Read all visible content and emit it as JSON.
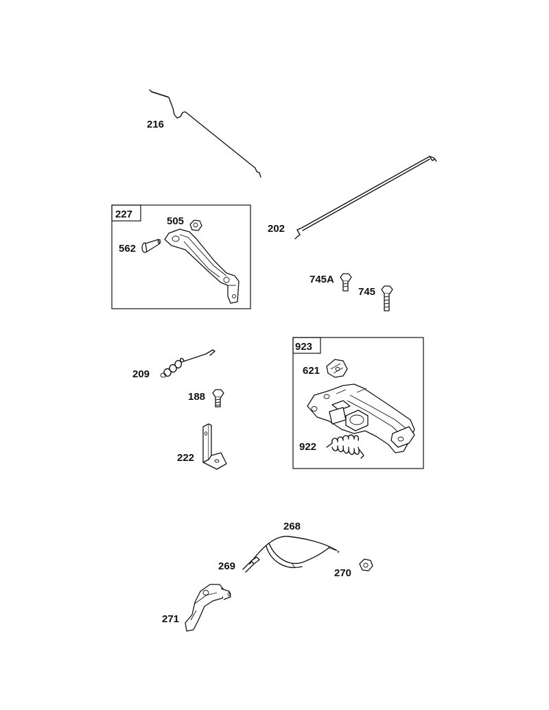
{
  "parts": [
    {
      "id": "p216",
      "label": "216",
      "name": "link-rod"
    },
    {
      "id": "p202",
      "label": "202",
      "name": "link-rod"
    },
    {
      "id": "p505",
      "label": "505",
      "name": "nut"
    },
    {
      "id": "p562",
      "label": "562",
      "name": "pin"
    },
    {
      "id": "p745A",
      "label": "745A",
      "name": "screw"
    },
    {
      "id": "p745",
      "label": "745",
      "name": "screw"
    },
    {
      "id": "p209",
      "label": "209",
      "name": "spring"
    },
    {
      "id": "p188",
      "label": "188",
      "name": "screw"
    },
    {
      "id": "p222",
      "label": "222",
      "name": "bracket"
    },
    {
      "id": "p621",
      "label": "621",
      "name": "clip"
    },
    {
      "id": "p922",
      "label": "922",
      "name": "spring"
    },
    {
      "id": "p268",
      "label": "268",
      "name": "cable"
    },
    {
      "id": "p269",
      "label": "269",
      "name": "cable-end"
    },
    {
      "id": "p270",
      "label": "270",
      "name": "nut"
    },
    {
      "id": "p271",
      "label": "271",
      "name": "bracket"
    }
  ],
  "kits": [
    {
      "id": "k227",
      "label": "227"
    },
    {
      "id": "k923",
      "label": "923"
    }
  ],
  "colors": {
    "line": "#111111",
    "background": "#ffffff"
  }
}
